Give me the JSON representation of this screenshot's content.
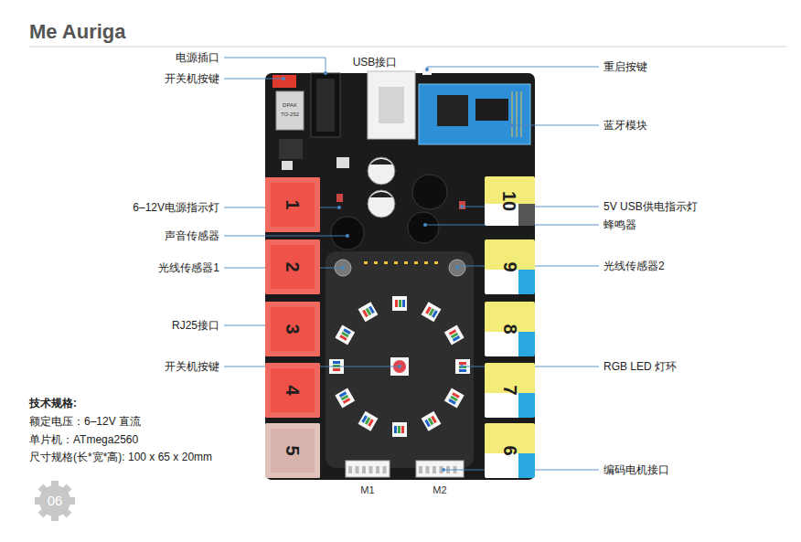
{
  "diagram": {
    "title": "Me Auriga",
    "nodes": [
      {
        "text": [
          "1"
        ]
      },
      {
        "text": [
          "2"
        ]
      },
      {
        "text": [
          "3"
        ]
      },
      {
        "text": [
          "4"
        ]
      },
      {
        "text": [
          "5"
        ]
      },
      {
        "text": [
          "10"
        ]
      },
      {
        "text": [
          "9"
        ]
      },
      {
        "text": [
          "8"
        ]
      },
      {
        "text": [
          "7"
        ]
      },
      {
        "text": [
          "6"
        ]
      }
    ],
    "labels": [
      "电源插口",
      "开关机按键",
      "USB接口",
      "重启按键",
      "蓝牙模块",
      "6–12V电源指示灯",
      "5V USB供电指示灯",
      "声音传感器",
      "蜂鸣器",
      "光线传感器1",
      "光线传感器2",
      "RJ25接口",
      "开关机按键",
      "RGB LED 灯环",
      "编码电机接口",
      "M1",
      "M2",
      "技术规格:",
      "额定电压：6–12V 直流",
      "单片机：ATmega2560",
      "尺寸规格(长*宽*高): 100 x 65 x 20mm",
      "06",
      "DPAK",
      "TO-252"
    ]
  }
}
